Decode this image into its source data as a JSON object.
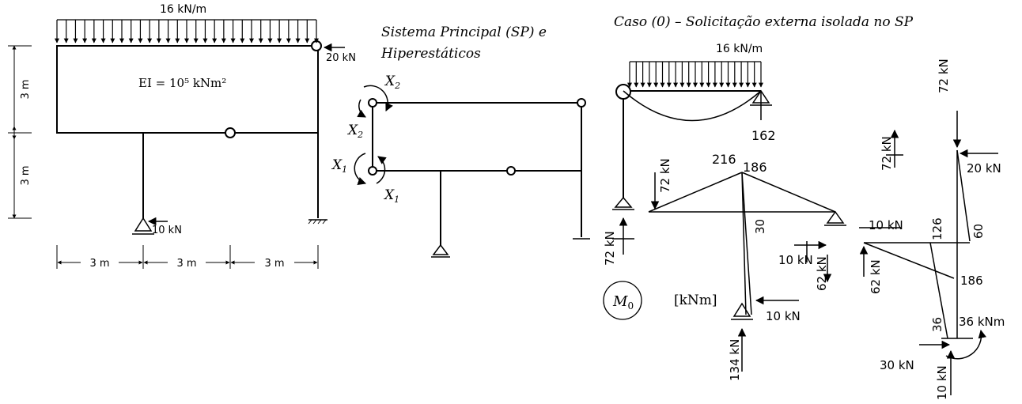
{
  "panel_left": {
    "load": "16 kN/m",
    "force_top": "20 kN",
    "force_bottom": "10 kN",
    "stiffness": "EI = 10⁵ kNm²",
    "dim_h1": "3 m",
    "dim_h2": "3 m",
    "dim_w1": "3 m",
    "dim_w2": "3 m",
    "dim_w3": "3 m"
  },
  "panel_sp": {
    "title_line1": "Sistema Principal (SP) e",
    "title_line2": "Hiperestáticos",
    "x2": "X",
    "x2_sub": "2",
    "x1": "X",
    "x1_sub": "1"
  },
  "panel_case0": {
    "title": "Caso (0) – Solicitação externa isolada no SP",
    "load": "16 kN/m",
    "m_beam_mid": "162",
    "m_peak_left": "216",
    "m_peak_right": "186",
    "m_col": "30",
    "m_right_top": "60",
    "m_right_mid": "186",
    "m_right_col": "126",
    "m_right_base": "36",
    "moment_label": "M",
    "moment_sub": "0",
    "unit": "[kNm]",
    "r_72_top_right": "72 kN",
    "r_72_support": "72 kN",
    "r_72_left": "72 kN",
    "r_72_left_bottom": "72 kN",
    "r_20": "20 kN",
    "r_10_mid": "10 kN",
    "r_10_left": "10 kN",
    "r_10_bottom": "10 kN",
    "r_62_a": "62 kN",
    "r_62_b": "62 kN",
    "r_134": "134 kN",
    "r_30": "30 kN",
    "r_10_base": "10 kN",
    "r_36": "36 kNm"
  }
}
